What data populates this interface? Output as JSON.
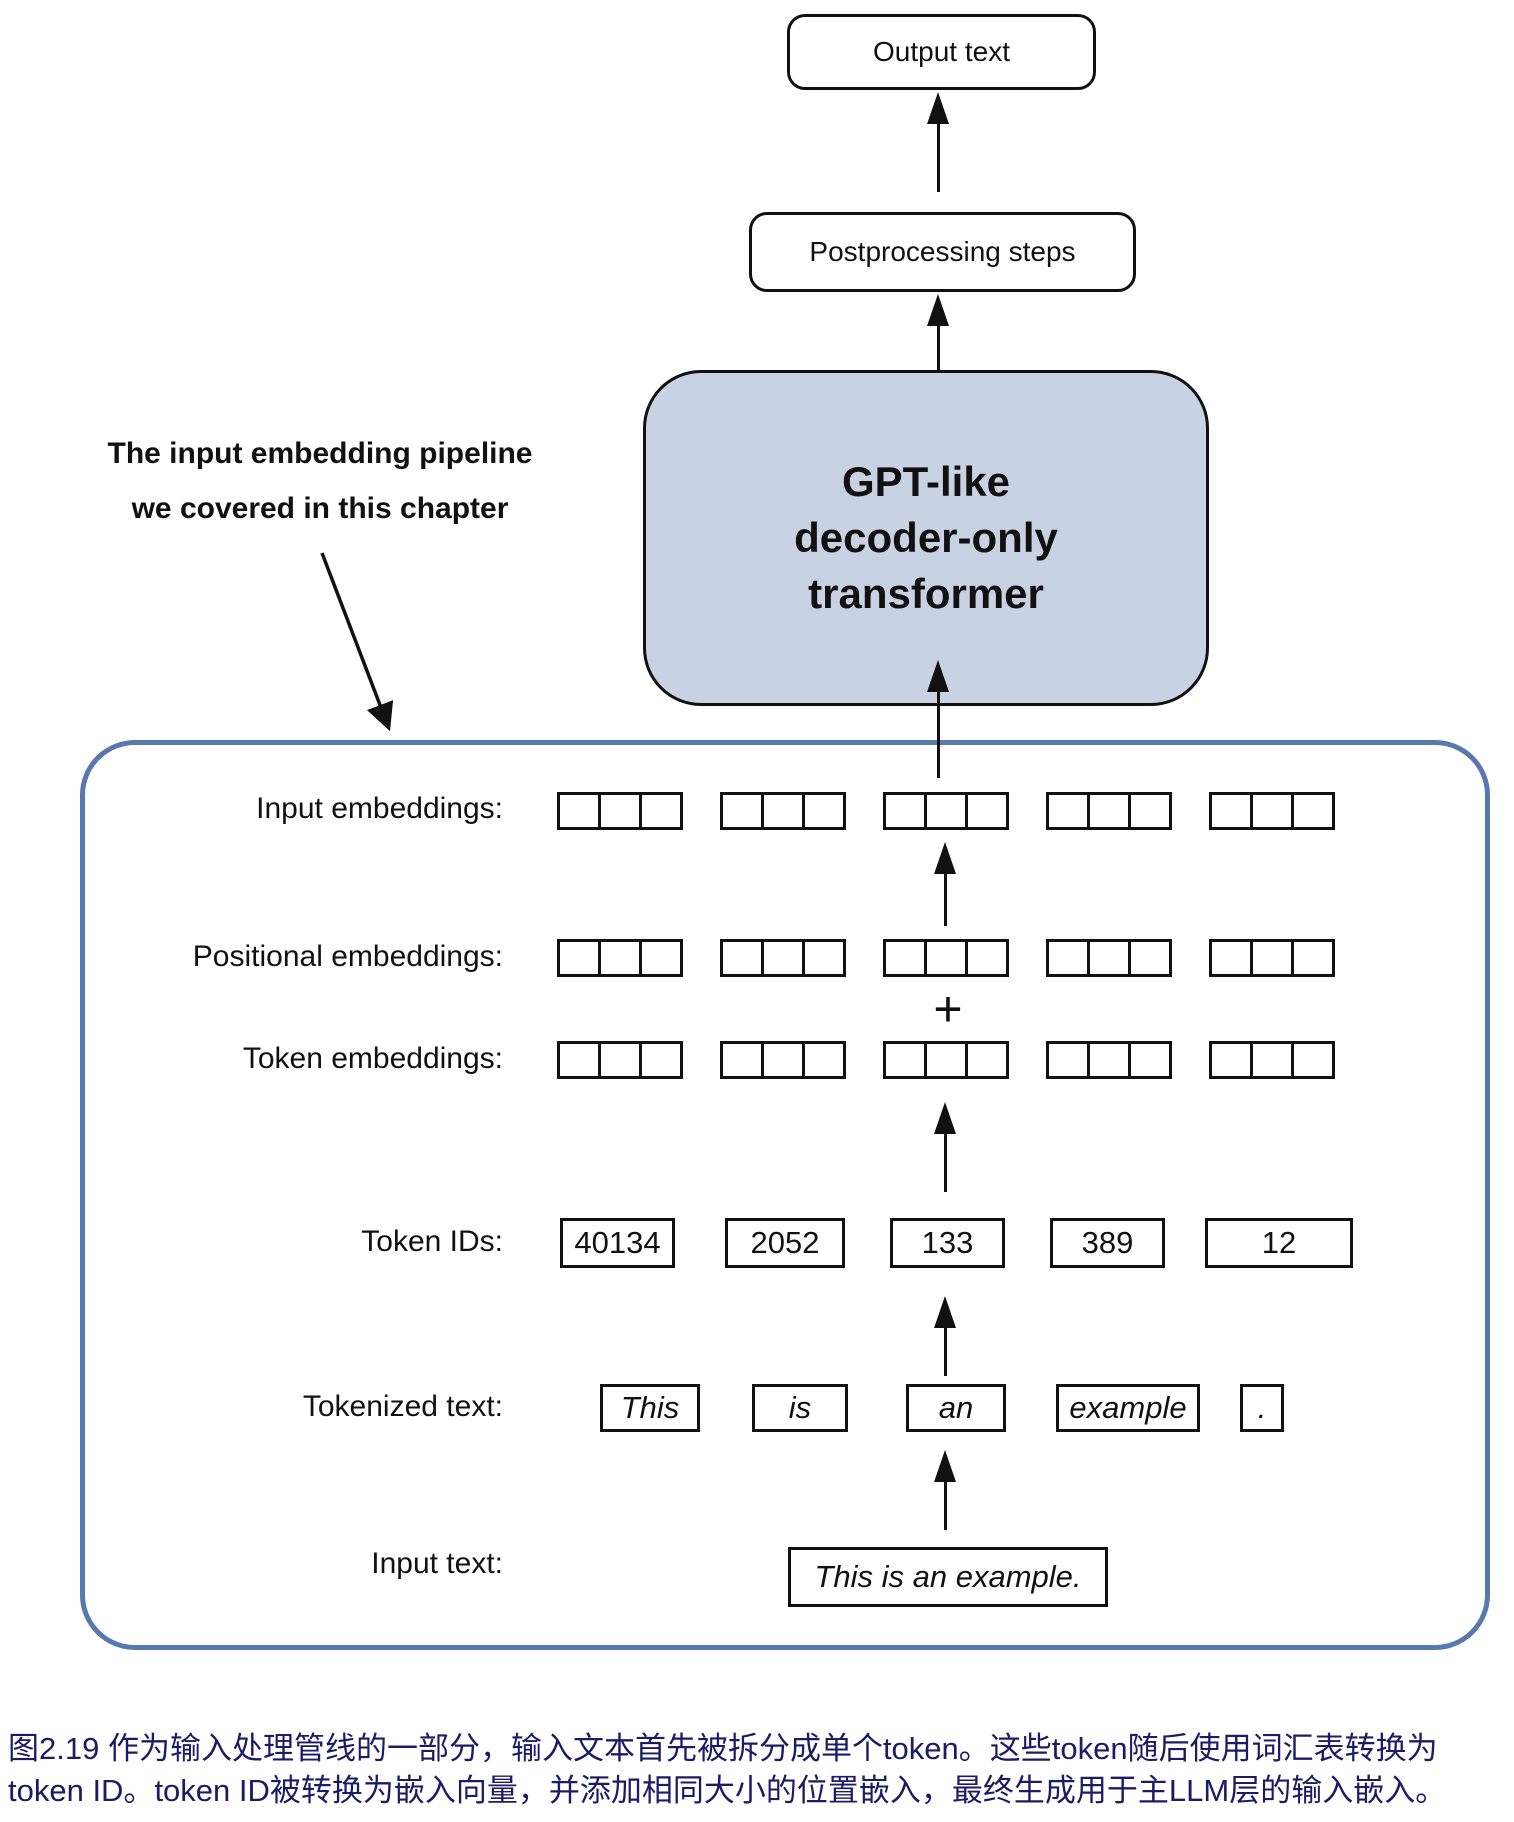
{
  "flow": {
    "output_box": "Output text",
    "postprocessing_box": "Postprocessing steps",
    "gpt_line1": "GPT-like",
    "gpt_line2": "decoder-only",
    "gpt_line3": "transformer"
  },
  "annotation": {
    "line1": "The input embedding pipeline",
    "line2": "we covered in this chapter"
  },
  "pipeline": {
    "labels": {
      "input_embeddings": "Input embeddings:",
      "positional_embeddings": "Positional embeddings:",
      "token_embeddings": "Token embeddings:",
      "token_ids": "Token IDs:",
      "tokenized_text": "Tokenized text:",
      "input_text": "Input text:"
    },
    "plus": "+",
    "token_ids": [
      "40134",
      "2052",
      "133",
      "389",
      "12"
    ],
    "tokens": [
      "This",
      "is",
      "an",
      "example",
      "."
    ],
    "input_text_value": "This is an example.",
    "embedding_rows": 3,
    "vectors_per_row": 5,
    "cells_per_vector": 3
  },
  "caption": {
    "line1": "图2.19 作为输入处理管线的一部分，输入文本首先被拆分成单个token。这些token随后使用词汇表转换为",
    "line2": "token ID。token ID被转换为嵌入向量，并添加相同大小的位置嵌入，最终生成用于主LLM层的输入嵌入。"
  },
  "colors": {
    "transformer_fill": "#c8d2e2",
    "container_border": "#5878b0",
    "caption_text": "#1b1b66"
  }
}
